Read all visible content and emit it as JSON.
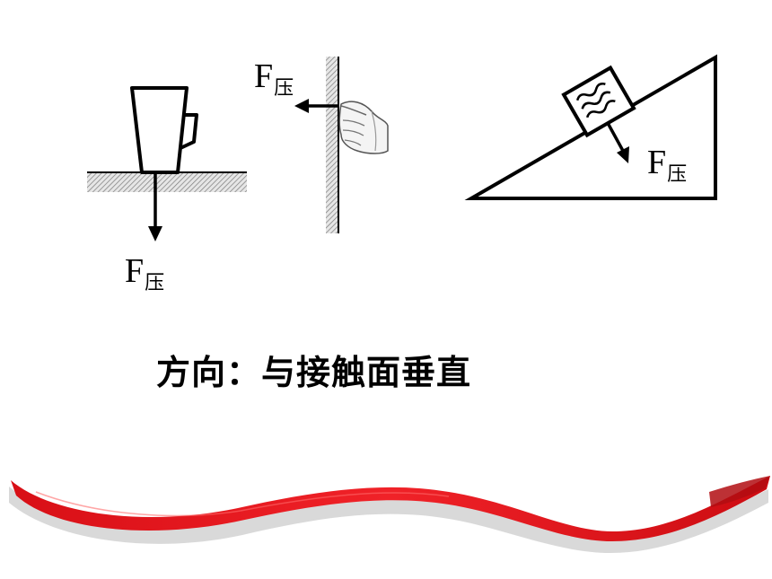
{
  "labels": {
    "force_main": "F",
    "force_sub": "压"
  },
  "caption": "方向：与接触面垂直",
  "colors": {
    "ink": "#000000",
    "hatch_line": "#8a8a8a",
    "hatch_bg": "#dcdcdc",
    "ribbon_red": "#e8141b",
    "ribbon_dark": "#b10d12",
    "ribbon_shadow": "#bfbfbf"
  }
}
